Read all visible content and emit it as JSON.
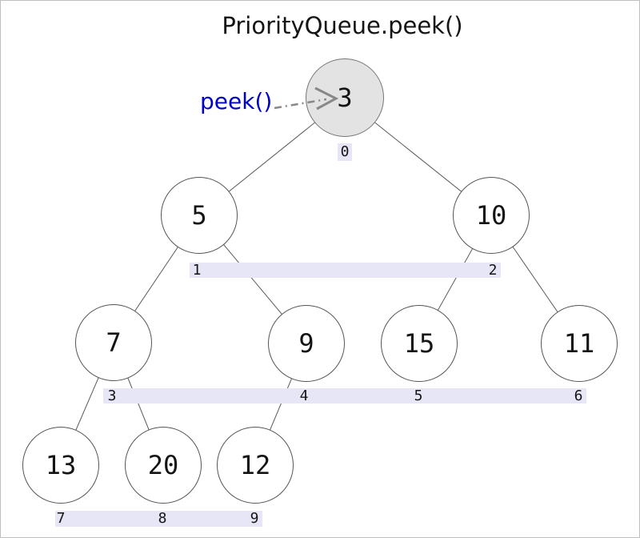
{
  "title": "PriorityQueue.peek()",
  "annotation": {
    "label": "peek()",
    "color": "#0000cd",
    "target_index": 0
  },
  "colors": {
    "background": "#ffffff",
    "band": "#e6e6f7",
    "node_fill": "#ffffff",
    "root_fill": "#e3e3e3",
    "node_border": "#555555",
    "edge": "#5a5a5a",
    "arrow": "#888888",
    "text": "#141414"
  },
  "chart_data": {
    "type": "tree",
    "structure": "binary-heap",
    "title": "PriorityQueue.peek()",
    "heap_array": [
      3,
      5,
      10,
      7,
      9,
      15,
      11,
      13,
      20,
      12
    ],
    "highlighted_node_index": 0,
    "edges": [
      [
        0,
        1
      ],
      [
        0,
        2
      ],
      [
        1,
        3
      ],
      [
        1,
        4
      ],
      [
        2,
        5
      ],
      [
        2,
        6
      ],
      [
        3,
        7
      ],
      [
        3,
        8
      ],
      [
        4,
        9
      ]
    ],
    "levels": [
      [
        0
      ],
      [
        1,
        2
      ],
      [
        3,
        4,
        5,
        6
      ],
      [
        7,
        8,
        9
      ]
    ]
  },
  "nodes": [
    {
      "value": "3",
      "index": "0"
    },
    {
      "value": "5",
      "index": "1"
    },
    {
      "value": "10",
      "index": "2"
    },
    {
      "value": "7",
      "index": "3"
    },
    {
      "value": "9",
      "index": "4"
    },
    {
      "value": "15",
      "index": "5"
    },
    {
      "value": "11",
      "index": "6"
    },
    {
      "value": "13",
      "index": "7"
    },
    {
      "value": "20",
      "index": "8"
    },
    {
      "value": "12",
      "index": "9"
    }
  ]
}
